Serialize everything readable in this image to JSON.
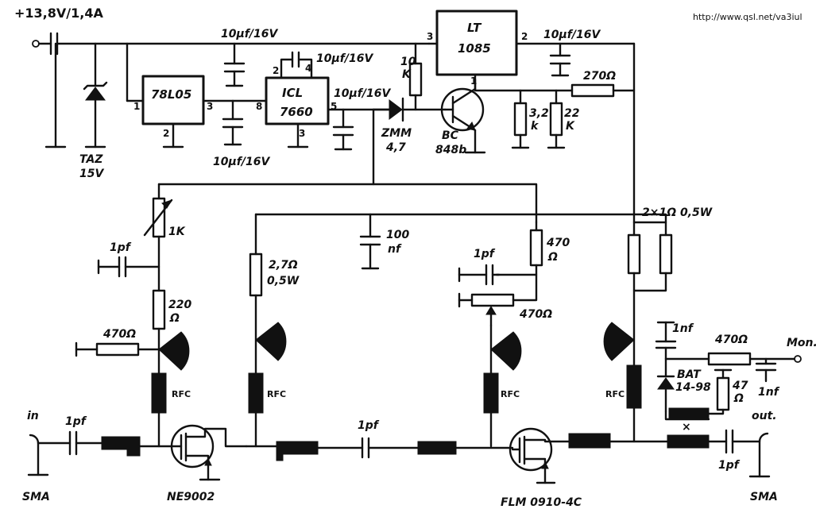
{
  "supply": {
    "label": "+13,8V/1,4A"
  },
  "url": "http://www.qsl.net/va3iul",
  "tvs": {
    "name": "TAZ",
    "value": "15V"
  },
  "regulator_7805": {
    "name": "78L05",
    "pin_in": "1",
    "pin_out": "3",
    "pin_gnd": "2"
  },
  "icl": {
    "name": "ICL",
    "part": "7660",
    "pin_2": "2",
    "pin_4": "4",
    "pin_8": "8",
    "pin_5": "5",
    "pin_3": "3"
  },
  "lt": {
    "name": "LT",
    "part": "1085",
    "pin_3": "3",
    "pin_2": "2",
    "pin_1": "1"
  },
  "caps": {
    "c_top": "10µf/16V",
    "c_icl_pump": "10µf/16V",
    "c_icl_out": "10µf/16V",
    "c_7805_out": "10µf/16V",
    "c_lt_out": "10µf/16V",
    "c_bias1": "1pf",
    "c_100n": "100",
    "c_100n_unit": "nf",
    "c_bias2": "1pf",
    "c_in": "1pf",
    "c_inter": "1pf",
    "c_out": "1pf",
    "c_mon1": "1nf",
    "c_mon2": "1nf"
  },
  "resistors": {
    "r_10k": "10",
    "r_10k_unit": "K",
    "r_3k2": "3,2",
    "r_3k2_unit": "k",
    "r_22k": "22",
    "r_22k_unit": "K",
    "r_270": "270Ω",
    "r_sense": "2×1Ω 0,5W",
    "r_pot1": "1K",
    "r_220": "220",
    "r_220_unit": "Ω",
    "r_470a": "470Ω",
    "r_27": "2,7Ω",
    "r_27_power": "0,5W",
    "r_470b": "470",
    "r_470b_unit": "Ω",
    "r_pot2": "470Ω",
    "r_mon": "470Ω",
    "r_47": "47",
    "r_47_unit": "Ω"
  },
  "zener": {
    "name": "ZMM",
    "value": "4,7"
  },
  "transistor_bc": {
    "name": "BC",
    "part": "848b"
  },
  "rfc_label": "RFC",
  "schottky": {
    "name": "BAT",
    "part": "14-98"
  },
  "fet1": {
    "name": "NE9002"
  },
  "fet2": {
    "name": "FLM 0910-4C"
  },
  "ports": {
    "in": "in",
    "in_connector": "SMA",
    "out": "out.",
    "out_connector": "SMA",
    "mon": "Mon.",
    "cross_mark": "×"
  },
  "colors": {
    "ink": "#111111",
    "paper": "#ffffff"
  }
}
